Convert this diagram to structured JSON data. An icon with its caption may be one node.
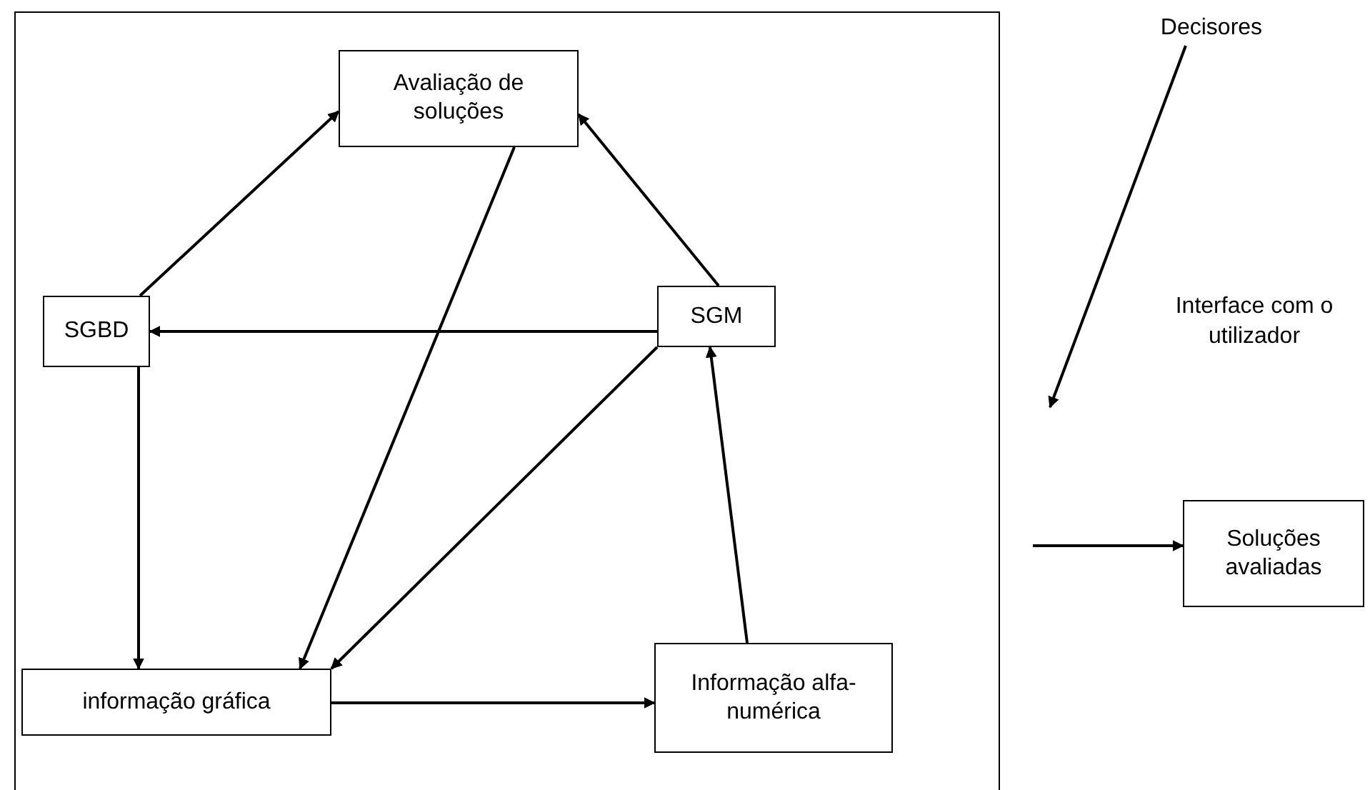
{
  "diagram": {
    "nodes": [
      {
        "text": [],
        "shape": "box"
      },
      {
        "text": [
          "Avaliação de soluções"
        ],
        "in": 0
      },
      {
        "text": [
          "SGBD"
        ],
        "in": 0
      },
      {
        "text": [
          "SGM"
        ],
        "in": 0
      },
      {
        "text": [
          "informação gráfica"
        ],
        "in": 0
      },
      {
        "text": [
          "Informação alfa-numérica"
        ],
        "in": 0
      },
      {
        "text": [
          "Decisores"
        ]
      },
      {
        "text": [
          "Soluções avaliadas"
        ]
      }
    ],
    "edges": [
      {
        "from": 2,
        "to": 1,
        "arrow": "to"
      },
      {
        "from": 3,
        "to": 1,
        "arrow": "to"
      },
      {
        "from": 1,
        "to": 4,
        "arrow": "to"
      },
      {
        "from": 3,
        "to": 2,
        "arrow": "to"
      },
      {
        "from": 3,
        "to": 4,
        "arrow": "to"
      },
      {
        "from": 2,
        "to": 4,
        "arrow": "to"
      },
      {
        "from": 4,
        "to": 5,
        "arrow": "to"
      },
      {
        "from": 5,
        "to": 3,
        "arrow": "to"
      },
      {
        "from": 6,
        "to": null,
        "arrow": "to"
      },
      {
        "from": null,
        "to": 7,
        "arrow": "to"
      }
    ],
    "labels": [
      "Interface com o utilizador"
    ]
  }
}
